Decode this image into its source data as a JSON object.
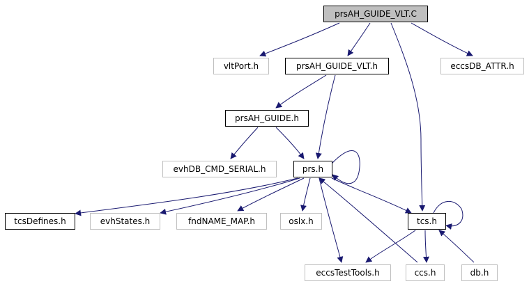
{
  "diagram": {
    "type": "include-dependency-graph",
    "colors": {
      "edge": "#191970",
      "root_fill": "#bfbfbf",
      "documented_border": "#000000",
      "external_border": "#bfbfbf",
      "background": "#ffffff"
    },
    "nodes": [
      {
        "id": "root",
        "label": "prsAH_GUIDE_VLT.C",
        "kind": "root"
      },
      {
        "id": "vltPort",
        "label": "vltPort.h",
        "kind": "external"
      },
      {
        "id": "prsAH_GUIDE_VLT_h",
        "label": "prsAH_GUIDE_VLT.h",
        "kind": "documented"
      },
      {
        "id": "eccsDB_ATTR",
        "label": "eccsDB_ATTR.h",
        "kind": "external"
      },
      {
        "id": "prsAH_GUIDE_h",
        "label": "prsAH_GUIDE.h",
        "kind": "documented"
      },
      {
        "id": "evhDB_CMD_SERIAL",
        "label": "evhDB_CMD_SERIAL.h",
        "kind": "external"
      },
      {
        "id": "prs_h",
        "label": "prs.h",
        "kind": "documented"
      },
      {
        "id": "tcsDefines",
        "label": "tcsDefines.h",
        "kind": "documented"
      },
      {
        "id": "evhStates",
        "label": "evhStates.h",
        "kind": "external"
      },
      {
        "id": "fndNAME_MAP",
        "label": "fndNAME_MAP.h",
        "kind": "external"
      },
      {
        "id": "oslx",
        "label": "oslx.h",
        "kind": "external"
      },
      {
        "id": "tcs_h",
        "label": "tcs.h",
        "kind": "documented"
      },
      {
        "id": "eccsTestTools",
        "label": "eccsTestTools.h",
        "kind": "external"
      },
      {
        "id": "ccs_h",
        "label": "ccs.h",
        "kind": "external"
      },
      {
        "id": "db_h",
        "label": "db.h",
        "kind": "external"
      }
    ],
    "edges": [
      {
        "from": "root",
        "to": "vltPort"
      },
      {
        "from": "root",
        "to": "prsAH_GUIDE_VLT_h"
      },
      {
        "from": "root",
        "to": "eccsDB_ATTR"
      },
      {
        "from": "root",
        "to": "tcs_h"
      },
      {
        "from": "prsAH_GUIDE_VLT_h",
        "to": "prsAH_GUIDE_h"
      },
      {
        "from": "prsAH_GUIDE_VLT_h",
        "to": "prs_h"
      },
      {
        "from": "prsAH_GUIDE_h",
        "to": "evhDB_CMD_SERIAL"
      },
      {
        "from": "prsAH_GUIDE_h",
        "to": "prs_h"
      },
      {
        "from": "prs_h",
        "to": "prs_h"
      },
      {
        "from": "prs_h",
        "to": "tcsDefines"
      },
      {
        "from": "prs_h",
        "to": "evhStates"
      },
      {
        "from": "prs_h",
        "to": "fndNAME_MAP"
      },
      {
        "from": "prs_h",
        "to": "oslx"
      },
      {
        "from": "prs_h",
        "to": "tcs_h"
      },
      {
        "from": "prs_h",
        "to": "eccsTestTools"
      },
      {
        "from": "prs_h",
        "to": "ccs_h"
      },
      {
        "from": "tcs_h",
        "to": "tcs_h"
      },
      {
        "from": "tcs_h",
        "to": "eccsTestTools"
      },
      {
        "from": "tcs_h",
        "to": "ccs_h"
      },
      {
        "from": "tcs_h",
        "to": "db_h"
      }
    ]
  }
}
